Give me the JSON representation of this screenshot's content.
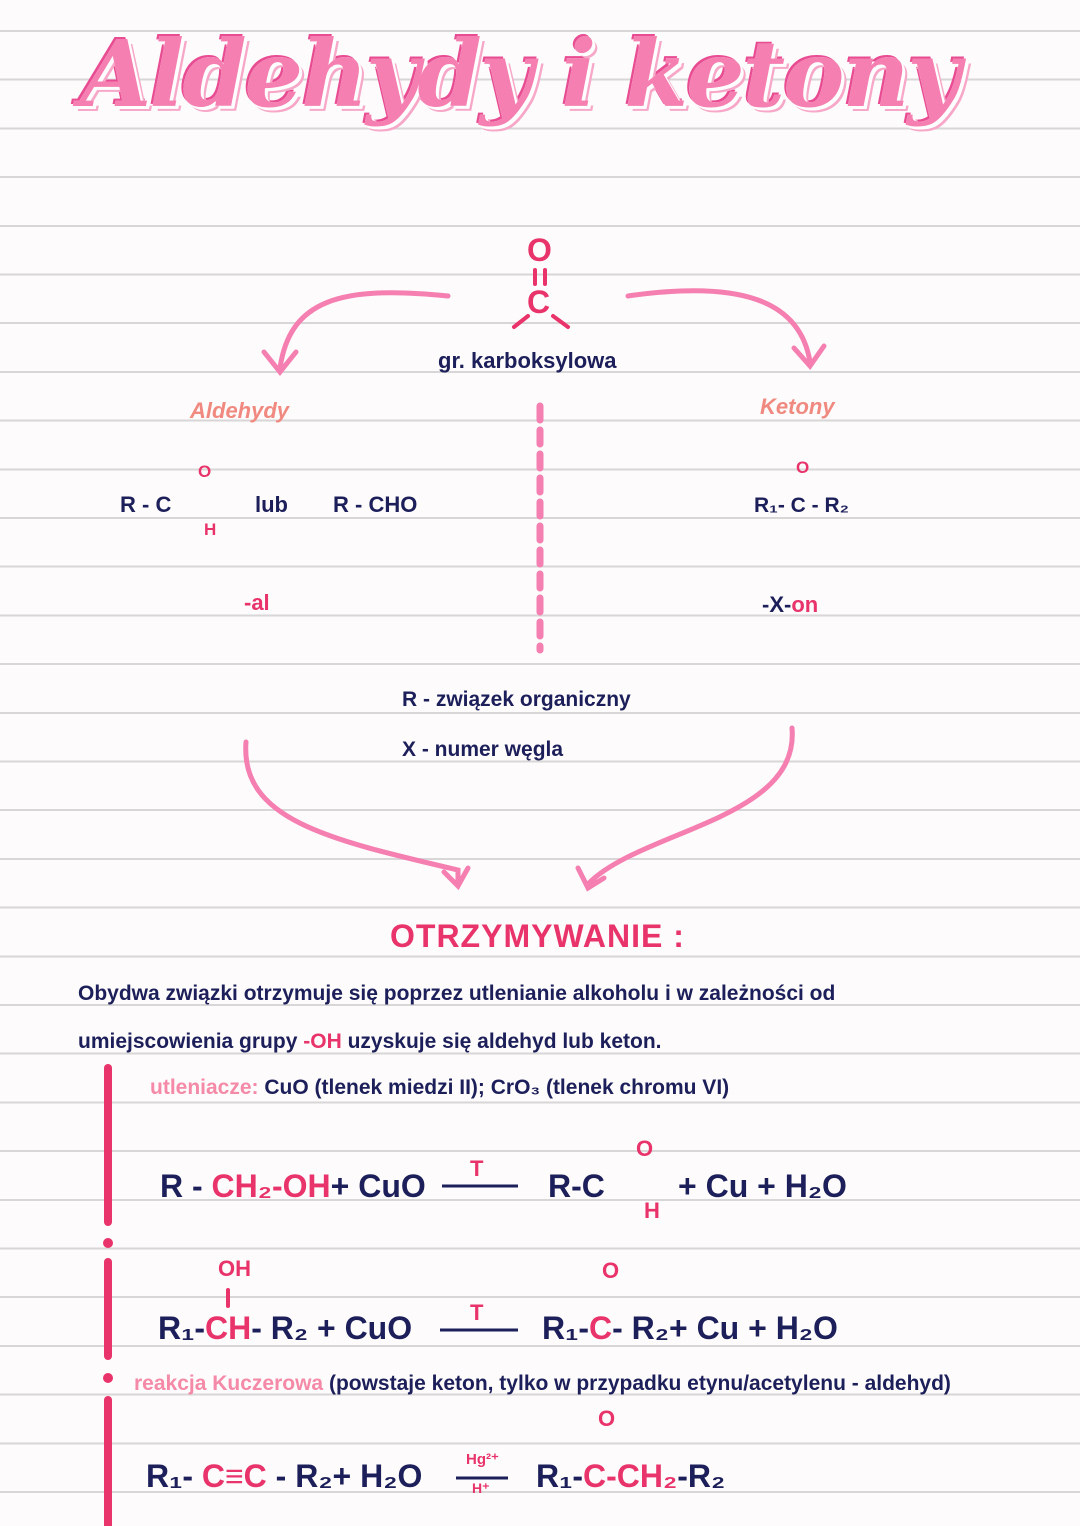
{
  "title": "Aldehydy i ketony",
  "carbonyl": {
    "o": "O",
    "c": "C",
    "label": "gr. karboksylowa"
  },
  "aldehydes": {
    "heading": "Aldehydy",
    "formula_a": "R - C",
    "o": "O",
    "h": "H",
    "or": "lub",
    "formula_b": "R - CHO",
    "suffix": "-al"
  },
  "ketones": {
    "heading": "Ketony",
    "o": "O",
    "formula": "R₁- C - R₂",
    "suffix_x": "-X-",
    "suffix_on": "on"
  },
  "legend": {
    "r": "R - związek organiczny",
    "x": "X - numer węgla"
  },
  "section": {
    "heading": "OTRZYMYWANIE :",
    "intro1": "Obydwa związki otrzymuje się poprzez utlenianie alkoholu i w zależności od",
    "intro2_a": "umiejscowienia grupy",
    "intro2_oh": "-OH",
    "intro2_b": "uzyskuje się aldehyd lub keton.",
    "oxidizers_label": "utleniacze:",
    "oxidizers": "CuO (tlenek miedzi II); CrO₃ (tlenek chromu VI)"
  },
  "reaction1": {
    "lhs_r": "R -",
    "lhs_pink": "CH₂-OH",
    "lhs_rest": "+ CuO",
    "cond": "T",
    "prod_r": "R-C",
    "o": "O",
    "h": "H",
    "rest": "+ Cu + H₂O"
  },
  "reaction2": {
    "oh": "OH",
    "lhs_r1": "R₁-",
    "lhs_ch": "CH",
    "lhs_rest": "- R₂ + CuO",
    "cond": "T",
    "o": "O",
    "prod_r1": "R₁-",
    "prod_c": "C",
    "prod_rest": "- R₂+ Cu + H₂O"
  },
  "kucherov": {
    "label": "reakcja Kuczerowa",
    "note": "(powstaje keton, tylko w przypadku etynu/acetylenu - aldehyd)"
  },
  "reaction3": {
    "lhs_r1": "R₁-",
    "lhs_cc": "C≡C",
    "lhs_rest": "- R₂+ H₂O",
    "cond_top": "Hg²⁺",
    "cond_bottom": "H⁺",
    "o": "O",
    "prod_r1": "R₁-",
    "prod_pink": "C-CH₂",
    "prod_rest": "-R₂"
  },
  "colors": {
    "navy": "#1c1f5a",
    "pink": "#e8336b",
    "light_pink": "#f58aa8",
    "salmon": "#f08a80"
  }
}
